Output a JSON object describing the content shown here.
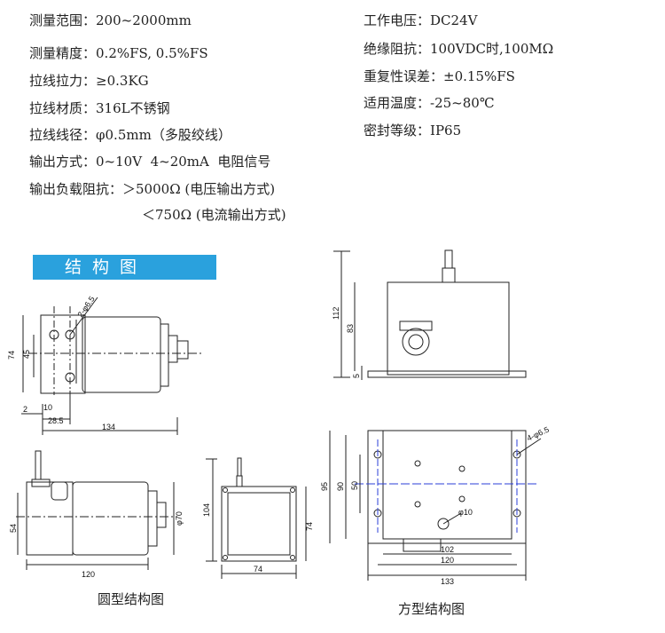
{
  "specs_left": [
    {
      "label": "测量范围：",
      "value": "200~2000mm"
    },
    {
      "label": "测量精度：",
      "value": "0.2%FS, 0.5%FS"
    },
    {
      "label": "拉线拉力：",
      "value": "≥0.3KG"
    },
    {
      "label": "拉线材质：",
      "value": "316L不锈钢"
    },
    {
      "label": "拉线线径：",
      "value": "φ0.5mm（多股绞线）"
    },
    {
      "label": "输出方式：",
      "value": "0~10V  4~20mA  电阻信号"
    },
    {
      "label": "输出负载阻抗：",
      "value": "＞5000Ω (电压输出方式)"
    },
    {
      "label": "",
      "value": "＜750Ω (电流输出方式)"
    }
  ],
  "specs_right": [
    {
      "label": "工作电压：",
      "value": "DC24V"
    },
    {
      "label": "绝缘阻抗：",
      "value": "100VDC时,100MΩ"
    },
    {
      "label": "重复性误差：",
      "value": "±0.15%FS"
    },
    {
      "label": "适用温度：",
      "value": "-25~80℃"
    },
    {
      "label": "密封等级：",
      "value": "IP65"
    }
  ],
  "banner_title": "结构图",
  "captions": {
    "round": "圆型结构图",
    "square": "方型结构图"
  },
  "dims_round": {
    "d74": "74",
    "d45": "45",
    "d2": "2",
    "d10": "10",
    "d285": "28.5",
    "d134": "134",
    "hole": "2-φ6.5",
    "d54": "54",
    "d120": "120",
    "d70": "φ70",
    "d104": "104",
    "d74b": "74",
    "d74c": "74"
  },
  "dims_square": {
    "d112": "112",
    "d83": "83",
    "d5": "5",
    "d95": "95",
    "d90": "90",
    "d50": "50",
    "d102": "102",
    "d120": "120",
    "d133": "133",
    "hole4": "4-φ6.5",
    "hole10": "φ10"
  }
}
